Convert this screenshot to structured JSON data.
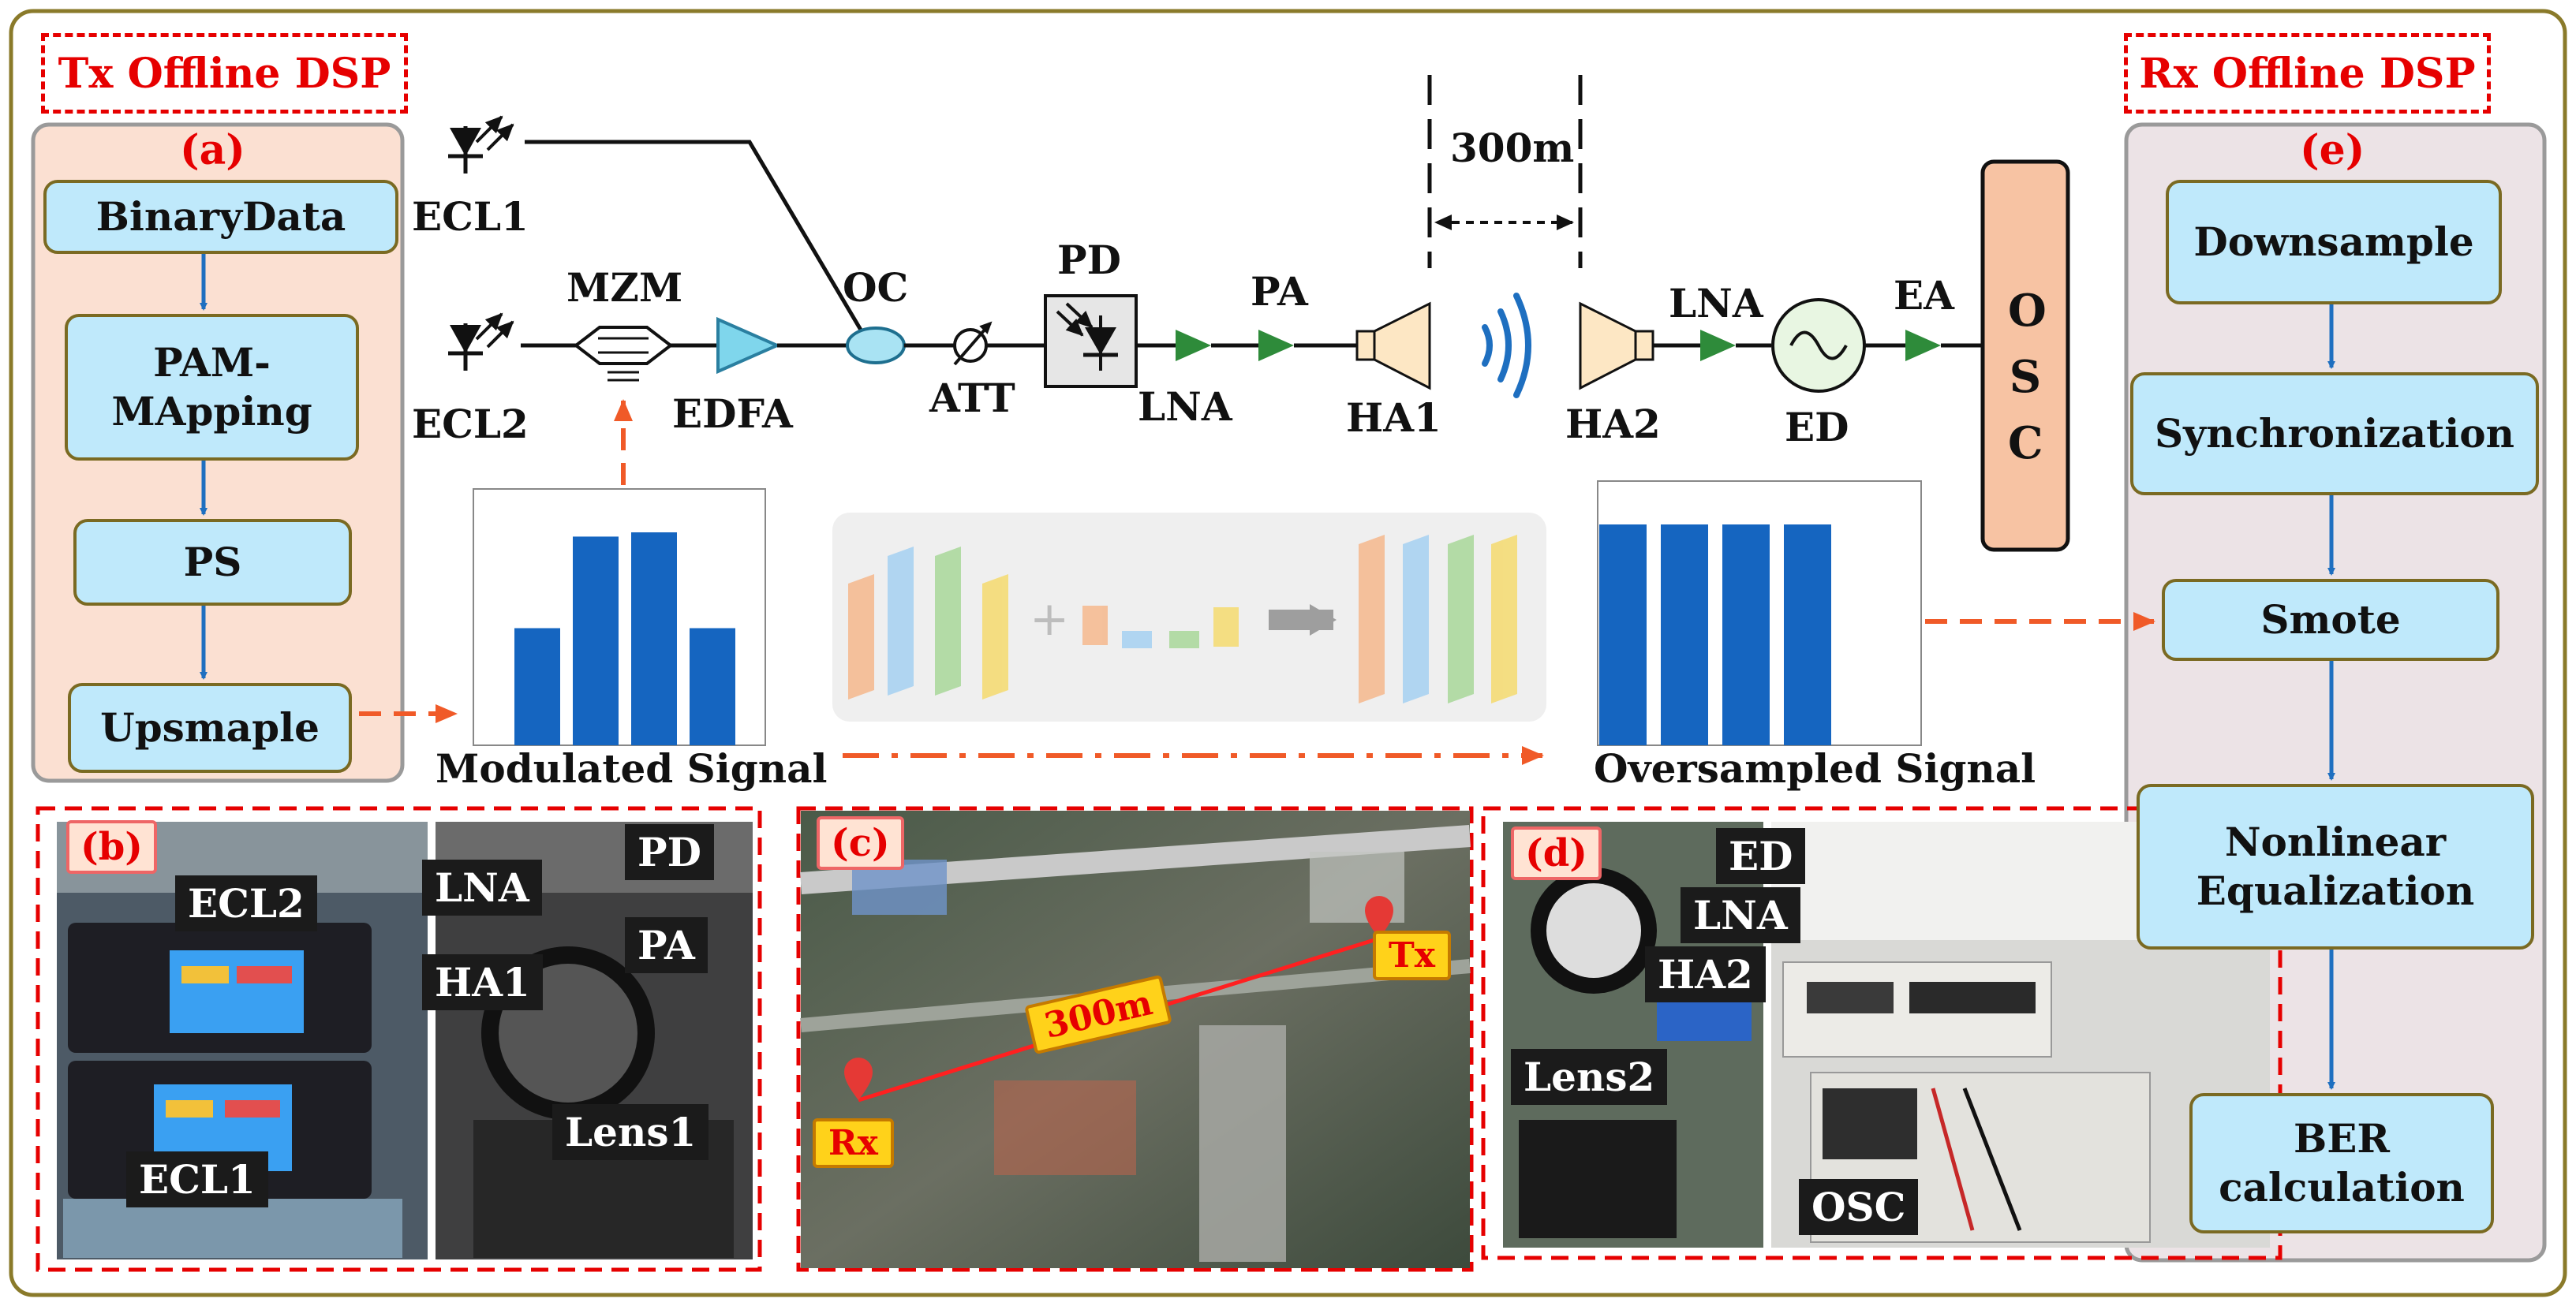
{
  "tx_dsp": {
    "title": "Tx Offline DSP",
    "panel_label": "(a)",
    "steps": [
      "BinaryData",
      "PAM-\nMApping",
      "PS",
      "Upsmaple"
    ]
  },
  "rx_dsp": {
    "title": "Rx Offline DSP",
    "panel_label": "(e)",
    "steps": [
      "Downsample",
      "Synchronization",
      "Smote",
      "Nonlinear\nEqualization",
      "BER\ncalculation"
    ]
  },
  "setup": {
    "ecl1": "ECL1",
    "ecl2": "ECL2",
    "mzm": "MZM",
    "edfa": "EDFA",
    "oc": "OC",
    "att": "ATT",
    "pd": "PD",
    "lna_tx": "LNA",
    "pa": "PA",
    "ha1": "HA1",
    "distance": "300m",
    "ha2": "HA2",
    "lna_rx": "LNA",
    "ed": "ED",
    "ea": "EA",
    "osc": "O\nS\nC"
  },
  "signals": {
    "modulated_label": "Modulated Signal",
    "modulated_values": [
      0.55,
      0.98,
      1.0,
      0.55
    ],
    "oversampled_label": "Oversampled Signal",
    "oversampled_values": [
      1.0,
      1.0,
      1.0,
      1.0
    ],
    "bar_color": "#1565c0"
  },
  "photos": {
    "b": {
      "label": "(b)",
      "tags": [
        "ECL2",
        "ECL1",
        "LNA",
        "HA1",
        "PD",
        "PA",
        "Lens1"
      ]
    },
    "c": {
      "label": "(c)",
      "distance": "300m",
      "tx": "Tx",
      "rx": "Rx"
    },
    "d": {
      "label": "(d)",
      "tags": [
        "ED",
        "LNA",
        "HA2",
        "Lens2",
        "OSC"
      ]
    }
  },
  "colors": {
    "accent_red": "#e60000",
    "arrow_orange": "#f05a28",
    "dsp_block_fill": "#bfe9fb",
    "tx_panel_fill": "#fbe0d2",
    "rx_panel_fill": "#ece3e6",
    "amp_green": "#2e8b3a",
    "edfa_cyan": "#7fd6ec",
    "horn_fill": "#fde7c4",
    "osc_fill": "#f7c3a3"
  }
}
